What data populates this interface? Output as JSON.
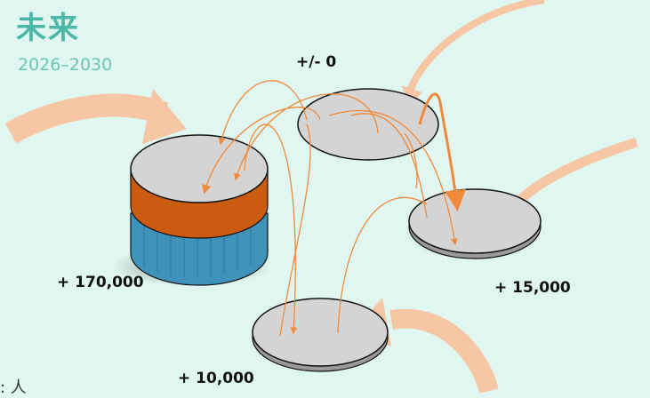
{
  "title": "未来",
  "subtitle": "2026–2030",
  "nodes": {
    "top": {
      "value": "+/- 0"
    },
    "left": {
      "value": "+ 170,000"
    },
    "right": {
      "value": "+ 15,000"
    },
    "bottom": {
      "value": "+ 10,000"
    }
  },
  "legend_text": ": 人",
  "colors": {
    "background": "#dff7f0",
    "title": "#4bb8a6",
    "disc_fill": "#d4d4d4",
    "cylinder_band": "#cc5b12",
    "cylinder_body": "#3f93bb",
    "flow_arrow": "#f0893a",
    "inflow_arrow": "#f7c6a5"
  }
}
